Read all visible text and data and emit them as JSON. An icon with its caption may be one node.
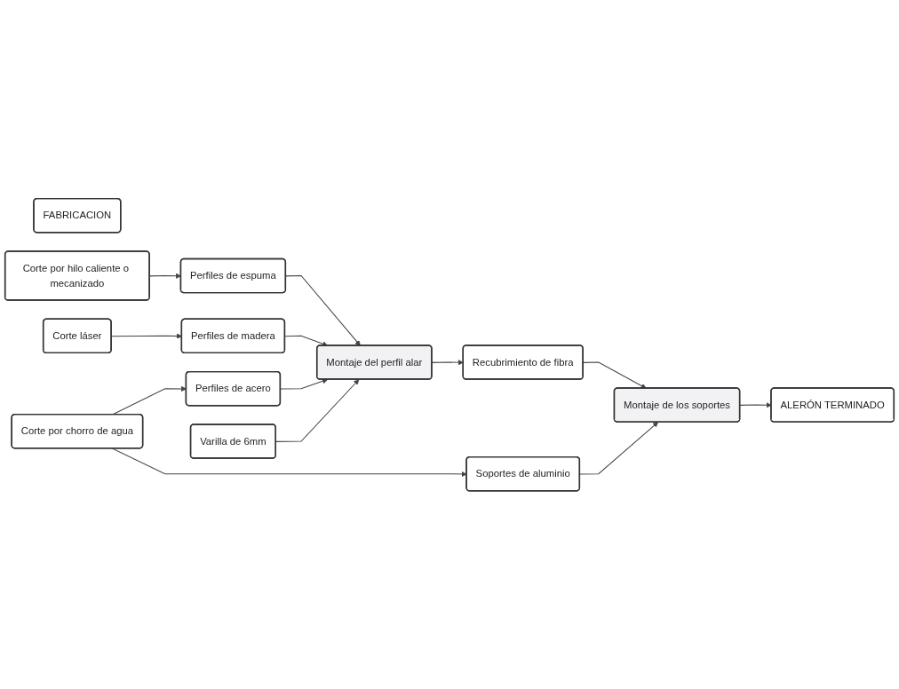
{
  "diagram": {
    "nodes": [
      {
        "text": [
          "FABRICACION"
        ]
      },
      {
        "text": [
          "Varilla de 6mm"
        ]
      },
      {
        "text": [
          "Corte por hilo caliente o mecanizado"
        ]
      },
      {
        "text": [
          "Perfiles de espuma"
        ]
      },
      {
        "text": [
          "Montaje del perfil alar"
        ]
      },
      {
        "text": [
          "Corte láser"
        ]
      },
      {
        "text": [
          "Perfiles de madera"
        ]
      },
      {
        "text": [
          "Recubrimiento de fibra"
        ]
      },
      {
        "text": [
          "Perfiles de acero"
        ]
      },
      {
        "text": [
          "Corte por chorro de agua"
        ]
      },
      {
        "text": [
          "Montaje de los soportes"
        ]
      },
      {
        "text": [
          "Soportes de aluminio"
        ]
      },
      {
        "text": [
          "ALERÓN TERMINADO"
        ]
      }
    ],
    "edges": [
      {
        "from": 2,
        "to": 3,
        "arrow": "to"
      },
      {
        "from": 5,
        "to": 6,
        "arrow": "to"
      },
      {
        "from": 9,
        "to": 8,
        "arrow": "to"
      },
      {
        "from": 9,
        "to": 11,
        "arrow": "to"
      },
      {
        "from": 3,
        "to": 4,
        "arrow": "to"
      },
      {
        "from": 6,
        "to": 4,
        "arrow": "to"
      },
      {
        "from": 8,
        "to": 4,
        "arrow": "to"
      },
      {
        "from": 1,
        "to": 4,
        "arrow": "to"
      },
      {
        "from": 4,
        "to": 7,
        "arrow": "to"
      },
      {
        "from": 7,
        "to": 10,
        "arrow": "to"
      },
      {
        "from": 11,
        "to": 10,
        "arrow": "to"
      },
      {
        "from": 10,
        "to": 12,
        "arrow": "to"
      }
    ]
  }
}
